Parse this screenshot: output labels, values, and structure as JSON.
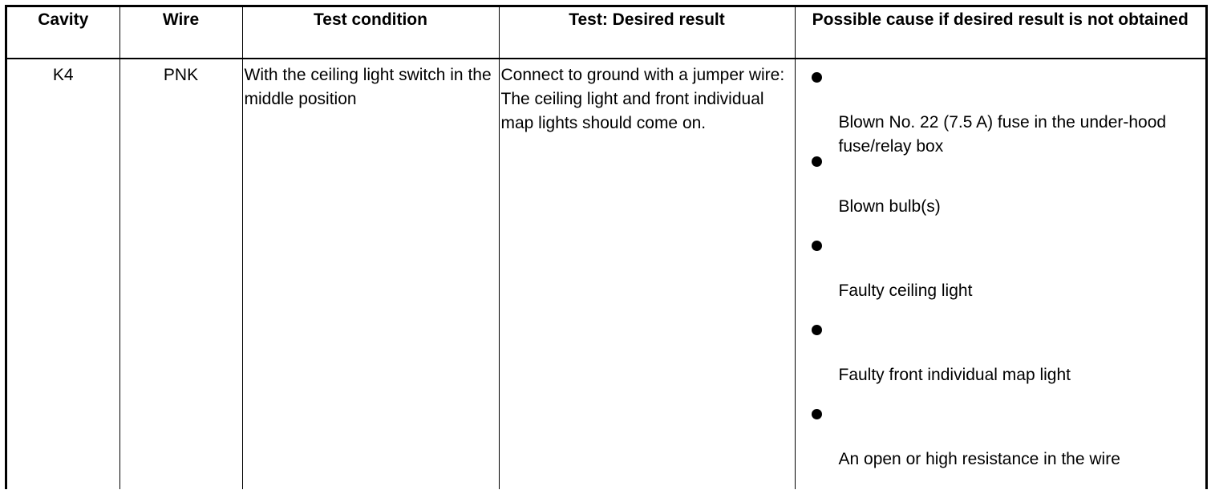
{
  "headers": {
    "cavity": "Cavity",
    "wire": "Wire",
    "test_condition": "Test condition",
    "desired_result": "Test: Desired result",
    "possible_cause": "Possible cause if desired result is not obtained"
  },
  "row": {
    "cavity": "K4",
    "wire": "PNK",
    "test_condition": "With the ceiling light switch in the middle position",
    "desired_result_line1": "Connect to ground with a jumper wire:",
    "desired_result_line2": "The ceiling light and front individual map lights should come on.",
    "causes": [
      "Blown No. 22 (7.5 A) fuse in the under-hood fuse/relay box",
      "Blown bulb(s)",
      "Faulty ceiling light",
      "Faulty front individual map light",
      "An open or high resistance in the wire"
    ]
  }
}
